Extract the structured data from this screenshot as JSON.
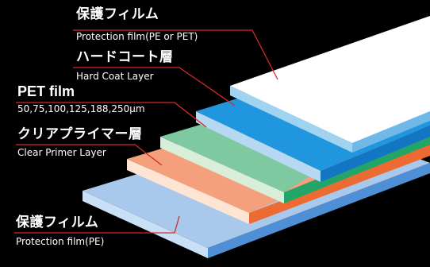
{
  "layers": [
    {
      "id": "protection-film-top",
      "title_jp": "保護フィルム",
      "subtitle": "Protection film(PE or PET)",
      "colors": {
        "top": "#ffffff",
        "front": "#9fd3f0",
        "side": "#6fb8e8",
        "line": "#d42b26"
      }
    },
    {
      "id": "hard-coat",
      "title_jp": "ハードコート層",
      "subtitle": "Hard Coat Layer",
      "colors": {
        "top": "#1f96dd",
        "front": "#b7d8f2",
        "side": "#1376c2",
        "line": "#d42b26"
      }
    },
    {
      "id": "pet-film",
      "title_en": "PET film",
      "subtitle": "50,75,100,125,188,250μm",
      "colors": {
        "top": "#7ec9a0",
        "front": "#d8eed9",
        "side": "#22a566",
        "line": "#d42b26"
      }
    },
    {
      "id": "clear-primer",
      "title_jp": "クリアプライマー層",
      "subtitle": "Clear Primer Layer",
      "colors": {
        "top": "#f4a07c",
        "front": "#fde4d3",
        "side": "#ed6a32",
        "line": "#d42b26"
      }
    },
    {
      "id": "protection-film-bottom",
      "title_jp": "保護フィルム",
      "subtitle": "Protection film(PE)",
      "colors": {
        "top": "#a9c9ec",
        "front": "#c8dff5",
        "side": "#4f8fd6",
        "line": "#d42b26"
      }
    }
  ]
}
